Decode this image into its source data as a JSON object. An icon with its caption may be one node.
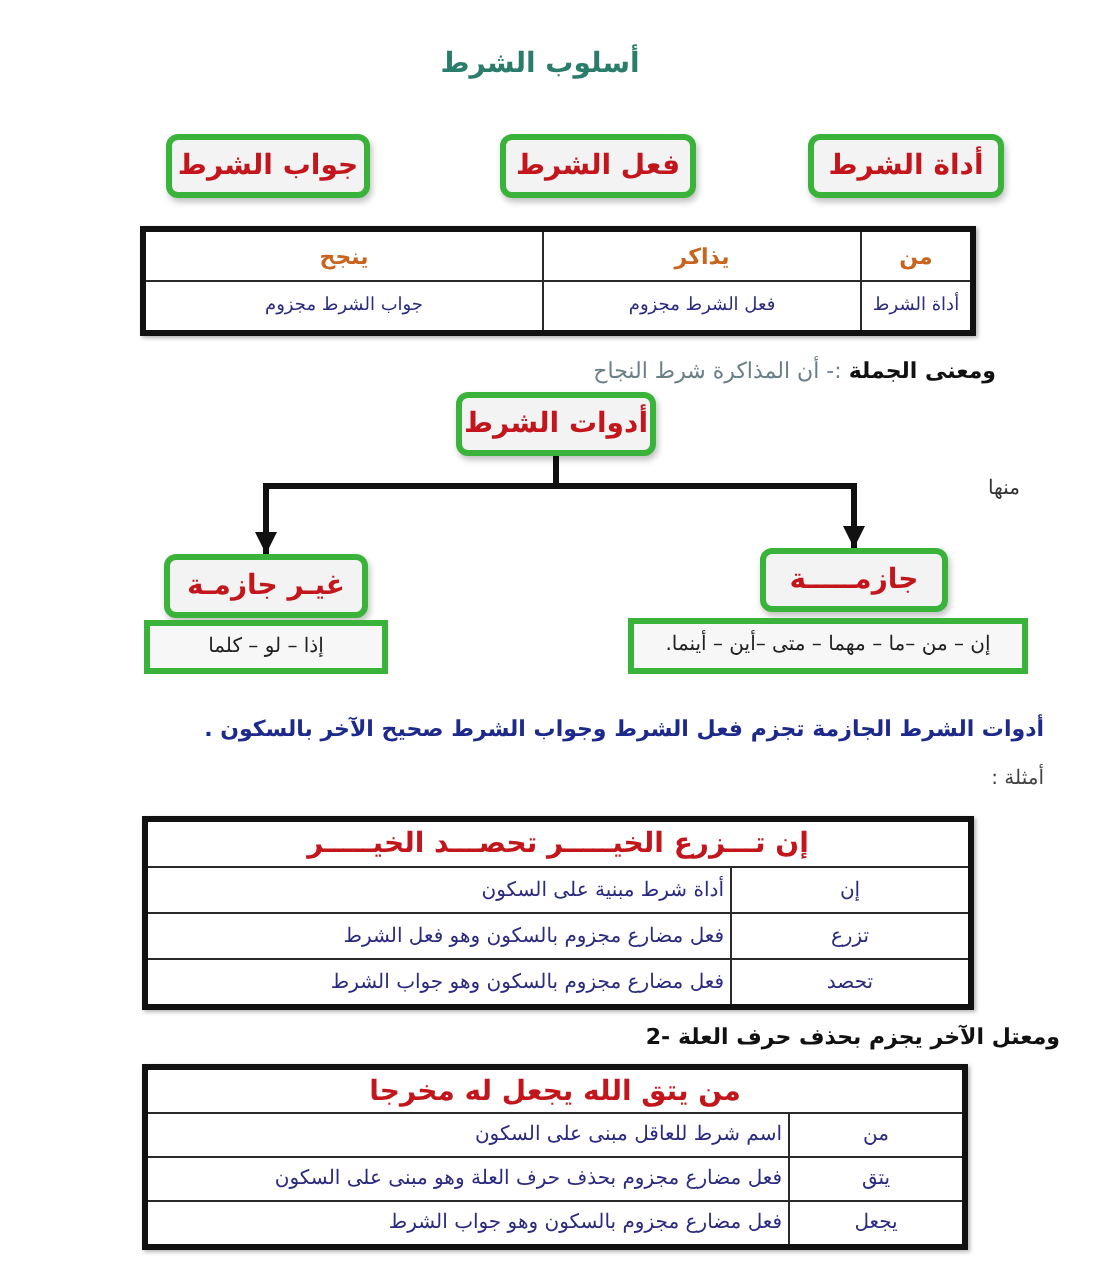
{
  "diagram": {
    "title": "أسلوب الشرط",
    "nodes": [
      {
        "text": [
          "أداة الشرط"
        ]
      },
      {
        "text": [
          "فعل الشرط"
        ]
      },
      {
        "text": [
          "جواب الشرط"
        ]
      },
      {
        "text": [
          "أدوات الشرط"
        ]
      },
      {
        "text": [
          "جازمـــــة"
        ]
      },
      {
        "text": [
          "غيـر جازمـة"
        ]
      },
      {
        "text": [
          "إن – من –ما – مهما – متى –أين – أينما."
        ]
      },
      {
        "text": [
          "إذا – لو – كلما"
        ]
      }
    ],
    "edges": [
      {
        "from": 3,
        "to": 4,
        "arrow": "to"
      },
      {
        "from": 3,
        "to": 5,
        "arrow": "to"
      }
    ],
    "labels": [
      "من",
      "يذاكر",
      "ينجح",
      "أداة الشرط",
      "فعل الشرط مجزوم",
      "جواب الشرط مجزوم",
      "**ومعنى الجملة** :- أن المذاكرة شرط النجاح",
      "منها",
      "أدوات الشرط الجازمة تجزم فعل الشرط وجواب الشرط صحيح الآخر بالسكون .",
      "أمثلة :",
      "إن تـــزرع الخيـــــر تحصـــد الخيـــــر",
      "إن",
      "أداة شرط مبنية على السكون",
      "تزرع",
      "فعل مضارع مجزوم بالسكون وهو فعل الشرط",
      "تحصد",
      "فعل مضارع مجزوم بالسكون وهو جواب الشرط",
      "2- ومعتل الآخر يجزم بحذف حرف العلة",
      "من يتق الله يجعل له مخرجا",
      "من",
      "اسم شرط للعاقل مبنى على السكون",
      "يتق",
      "فعل مضارع مجزوم بحذف حرف العلة وهو مبنى على السكون",
      "يجعل",
      "فعل مضارع مجزوم بالسكون وهو جواب الشرط"
    ]
  }
}
